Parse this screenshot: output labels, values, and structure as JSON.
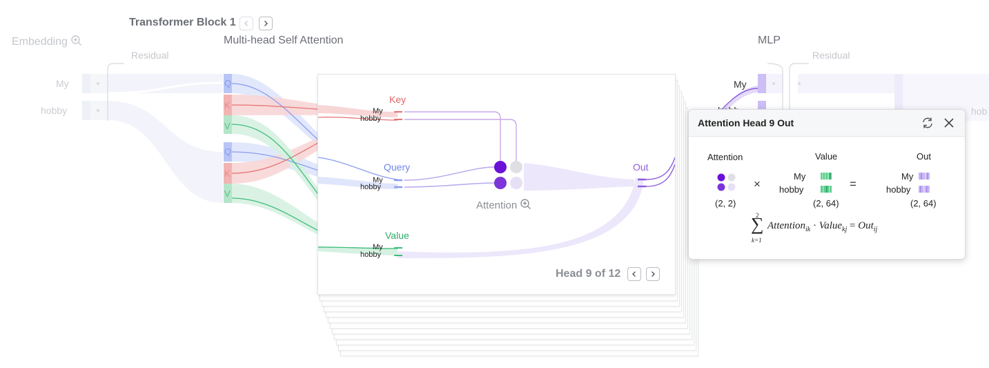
{
  "header": {
    "block_title": "Transformer Block 1",
    "embedding_label": "Embedding",
    "mhsa_label": "Multi-head Self Attention",
    "mlp_label": "MLP",
    "residual_label": "Residual"
  },
  "tokens": [
    "My",
    "hobby"
  ],
  "right_tokens": {
    "my": "My",
    "hobby_cut": "hobb",
    "partial": "hob"
  },
  "qkv_letters": {
    "q": "Q",
    "k": "K",
    "v": "V"
  },
  "head_card": {
    "key_label": "Key",
    "query_label": "Query",
    "value_label": "Value",
    "out_label": "Out",
    "attention_label": "Attention",
    "head_counter": "Head 9 of 12"
  },
  "popup": {
    "title": "Attention Head 9 Out",
    "col_attention": "Attention",
    "col_value": "Value",
    "col_out": "Out",
    "times": "×",
    "equals": "=",
    "shape_attention": "(2, 2)",
    "shape_value": "(2, 64)",
    "shape_out": "(2, 64)",
    "sum_upper": "2",
    "sum_lower": "k=1",
    "formula_attention": "Attention",
    "formula_attention_sub": "ik",
    "formula_dot": "·",
    "formula_value": "Value",
    "formula_value_sub": "kj",
    "formula_eq": "=",
    "formula_out": "Out",
    "formula_out_sub": "ij"
  },
  "icons": [
    "chevron-left-icon",
    "chevron-right-icon",
    "zoom-in-icon",
    "refresh-icon",
    "close-icon"
  ],
  "colors": {
    "query": "#8a9cf0",
    "key": "#e57373",
    "value": "#3dbd7a",
    "out": "#8e5fe0",
    "attention_dark": "#6a10d8",
    "muted": "#c4c7cc"
  }
}
